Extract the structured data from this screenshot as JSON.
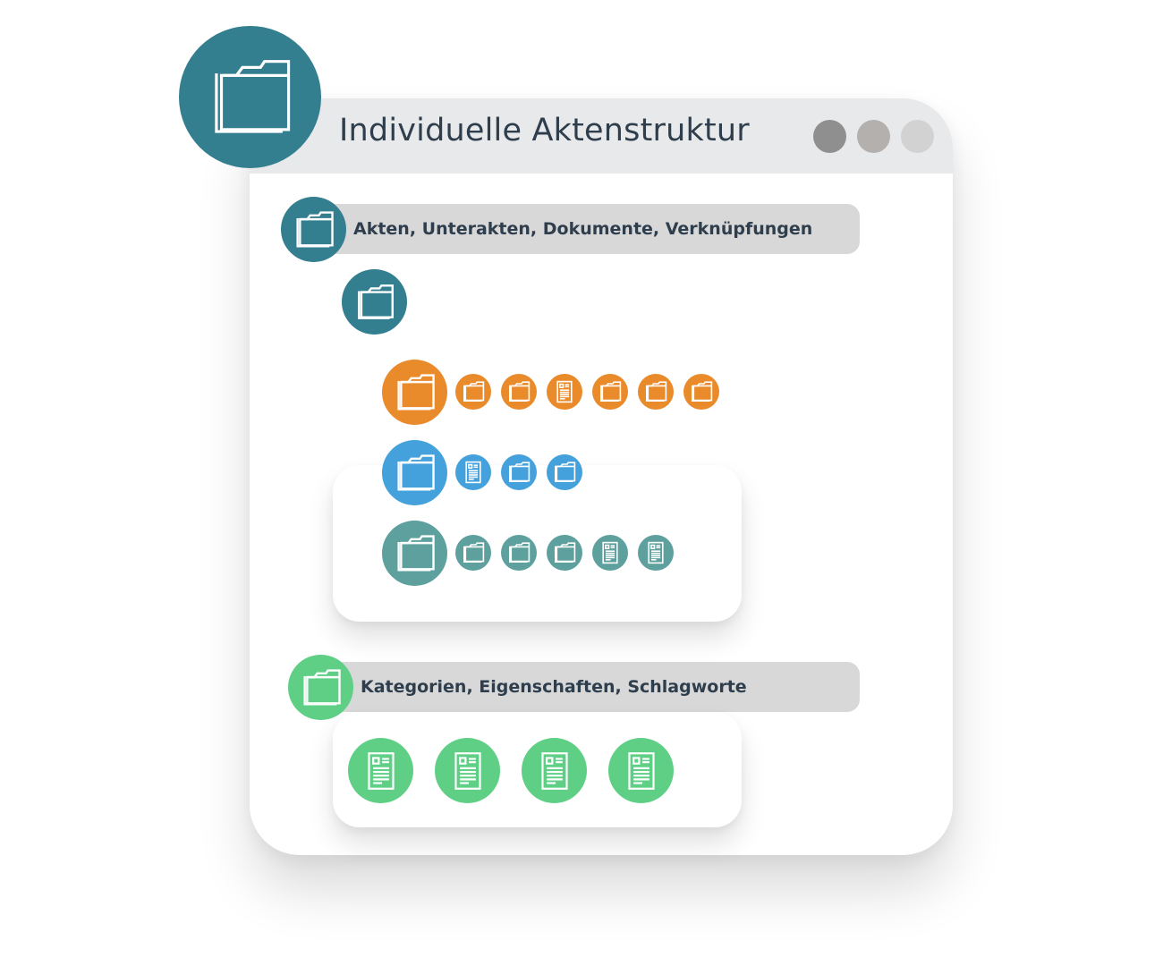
{
  "title": "Individuelle Aktenstruktur",
  "colors": {
    "teal_dark": "#337e8f",
    "orange": "#e98a2b",
    "blue": "#45a1dc",
    "teal_light": "#5da09d",
    "green": "#5fcf86",
    "bar_gray": "#d8d8d9",
    "titlebar_gray": "#e8e9ea"
  },
  "window_controls": [
    {
      "name": "window-dot-dark",
      "color": "#8f8f8f"
    },
    {
      "name": "window-dot-mid",
      "color": "#b3b0ae"
    },
    {
      "name": "window-dot-light",
      "color": "#d2d2d2"
    }
  ],
  "sections": [
    {
      "label": "Akten, Unterakten, Dokumente, Verknüpfungen",
      "icon": "folder-icon"
    },
    {
      "label": "Kategorien, Eigenschaften, Schlagworte",
      "icon": "folder-icon"
    }
  ],
  "tree_rows": [
    {
      "color": "orange",
      "items": [
        "folder-icon",
        "folder-icon",
        "document-icon",
        "folder-icon",
        "folder-icon",
        "folder-icon"
      ]
    },
    {
      "color": "blue",
      "items": [
        "document-icon",
        "folder-icon",
        "folder-icon"
      ]
    },
    {
      "color": "teal_light",
      "items": [
        "folder-icon",
        "folder-icon",
        "folder-icon",
        "document-icon",
        "document-icon"
      ]
    }
  ],
  "category_items": [
    "document-icon",
    "document-icon",
    "document-icon",
    "document-icon"
  ]
}
